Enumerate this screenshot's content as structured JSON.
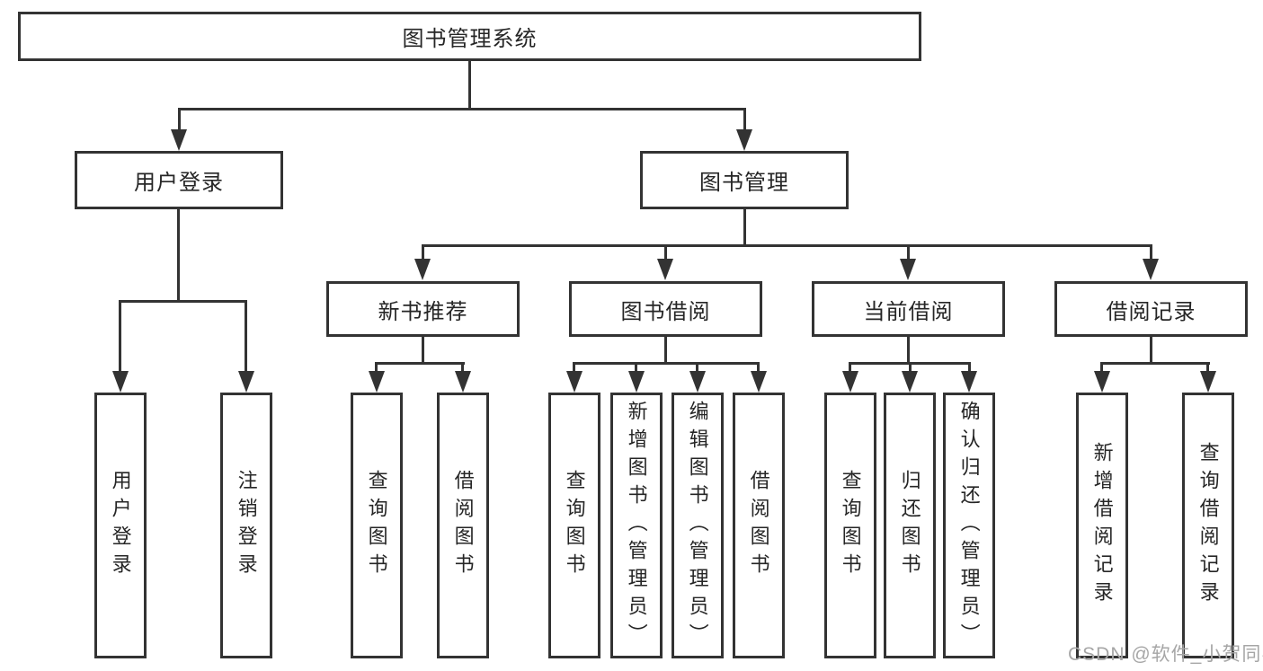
{
  "nodes": {
    "root": "图书管理系统",
    "level2": [
      "用户登录",
      "图书管理"
    ],
    "level3": [
      "新书推荐",
      "图书借阅",
      "当前借阅",
      "借阅记录"
    ],
    "leaves": {
      "login": [
        "用户登录",
        "注销登录"
      ],
      "recommend": [
        "查询图书",
        "借阅图书"
      ],
      "borrow": [
        "查询图书",
        "新增图书（管理员）",
        "编辑图书（管理员）",
        "借阅图书"
      ],
      "current": [
        "查询图书",
        "归还图书",
        "确认归还（管理员）"
      ],
      "records": [
        "新增借阅记录",
        "查询借阅记录"
      ]
    }
  },
  "watermark": "CSDN @软件_小贺同学",
  "colors": {
    "line": "#333333",
    "box_background": "#ffffff",
    "text": "#262626",
    "watermark": "#a6a6a6",
    "page_background": "#ffffff"
  }
}
